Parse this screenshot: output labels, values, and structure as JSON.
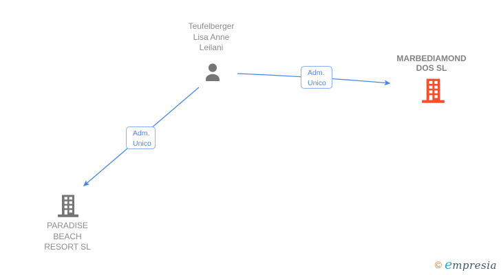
{
  "diagram": {
    "person": {
      "name": "Teufelberger\nLisa Anne\nLeilani"
    },
    "companies": [
      {
        "name": "MARBEDIAMOND\nDOS SL",
        "icon": "building-icon",
        "icon_color": "#f4502e",
        "label_style": "bold"
      },
      {
        "name": "PARADISE\nBEACH\nRESORT SL",
        "icon": "building-icon",
        "icon_color": "#757575",
        "label_style": "regular"
      }
    ],
    "edges": [
      {
        "from": "person",
        "to": "MARBEDIAMOND DOS SL",
        "label": "Adm.\nUnico"
      },
      {
        "from": "person",
        "to": "PARADISE BEACH RESORT SL",
        "label": "Adm.\nUnico"
      }
    ],
    "colors": {
      "edge_blue": "#4a86e8",
      "edge_label_border": "#8db1ee",
      "text_gray": "#8c8c8c",
      "person_icon_gray": "#757575",
      "building_orange": "#f4502e",
      "building_gray": "#757575"
    }
  },
  "footer": {
    "copyright": "©",
    "brand_initial": "e",
    "brand_rest": "mpresia"
  }
}
